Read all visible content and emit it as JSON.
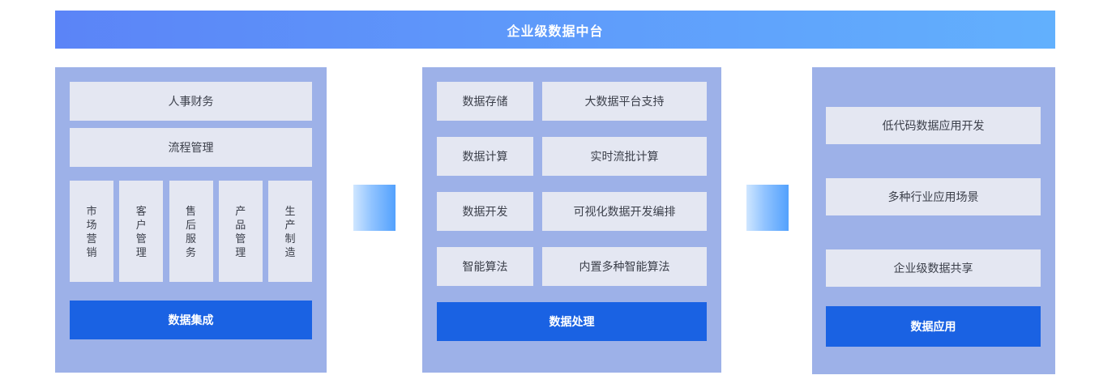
{
  "banner": {
    "title": "企业级数据中台",
    "gradient_from": "#5b84f7",
    "gradient_to": "#62b0fd"
  },
  "theme": {
    "panel_bg": "#9db1e8",
    "cell_bg": "#e4e7f2",
    "cell_text": "#3b3f4a",
    "footer_bg": "#1a62e3",
    "footer_text": "#ffffff",
    "connector_from": "#cfe6ff",
    "connector_to": "#53a1fd"
  },
  "panels": {
    "integration": {
      "wide_rows": [
        {
          "label": "人事财务"
        },
        {
          "label": "流程管理"
        }
      ],
      "columns": [
        {
          "label": "市场营销"
        },
        {
          "label": "客户管理"
        },
        {
          "label": "售后服务"
        },
        {
          "label": "产品管理"
        },
        {
          "label": "生产制造"
        }
      ],
      "footer": "数据集成"
    },
    "processing": {
      "rows": [
        {
          "key": "数据存储",
          "desc": "大数据平台支持"
        },
        {
          "key": "数据计算",
          "desc": "实时流批计算"
        },
        {
          "key": "数据开发",
          "desc": "可视化数据开发编排"
        },
        {
          "key": "智能算法",
          "desc": "内置多种智能算法"
        }
      ],
      "footer": "数据处理"
    },
    "application": {
      "rows": [
        {
          "label": "低代码数据应用开发"
        },
        {
          "label": "多种行业应用场景"
        },
        {
          "label": "企业级数据共享"
        }
      ],
      "footer": "数据应用"
    }
  },
  "connectors": [
    {
      "name": "arrow-integration-to-processing"
    },
    {
      "name": "arrow-processing-to-application"
    }
  ]
}
